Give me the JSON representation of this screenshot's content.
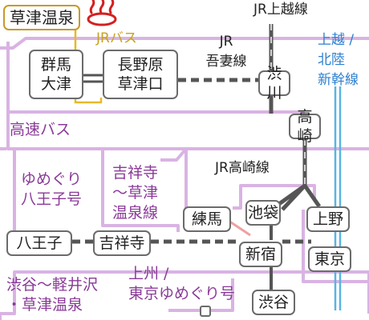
{
  "stations": {
    "kusatsu_onsen": "草津温泉",
    "gunma_otsu": "群馬\n大津",
    "naganohara": "長野原\n草津口",
    "shibukawa": "渋川",
    "takasaki": "高崎",
    "nerima": "練馬",
    "ikebukuro": "池袋",
    "ueno": "上野",
    "hachioji": "八王子",
    "kichijoji": "吉祥寺",
    "shinjuku": "新宿",
    "tokyo": "東京",
    "shibuya": "渋谷"
  },
  "lines": {
    "jr_joetsu": "JR上越線",
    "jr_bus": "JRバス",
    "jr_agatsuma": "JR\n吾妻線",
    "shinkansen": "上越 /\n北陸\n新幹線",
    "highway_bus": "高速バス",
    "jr_takasaki": "JR高崎線",
    "yumeguri_hachioji": "ゆめぐり\n八王子号",
    "kichijoji_kusatsu": "吉祥寺\n～草津\n温泉線",
    "joshu_tokyo": "上州 /\n東京ゆめぐり号",
    "shibuya_karuizawa": "渋谷～軽井沢\n・草津温泉"
  },
  "icons": {
    "onsen": "hot-spring-icon"
  },
  "colors": {
    "bus_route": "#d9b3e3",
    "jr_bus_route": "#e7b92a",
    "rail": "#555555",
    "shinkansen": "#5ab4e0",
    "subway_link": "#f0a0a0",
    "onsen_icon": "#d42020"
  }
}
